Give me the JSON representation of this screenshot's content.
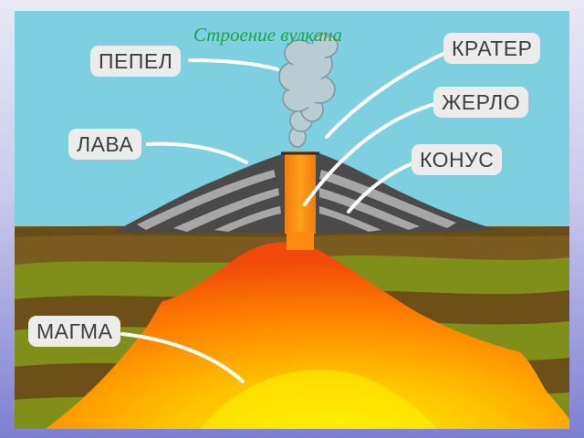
{
  "title": "Строение вулкана",
  "labels": {
    "ash": "ПЕПЕЛ",
    "lava": "ЛАВА",
    "crater": "КРАТЕР",
    "vent": "ЖЕРЛО",
    "cone": "КОНУС",
    "magma": "МАГМА"
  },
  "colors": {
    "sky": "#7ecfe0",
    "earth_brown": "#7a5a1e",
    "earth_green": "#7f8f1a",
    "magma_outer": "#f04a0a",
    "magma_inner": "#ffe600",
    "lava_vent": "#f58a10",
    "cone_dark": "#4a4a4a",
    "cone_light": "#a7a7a7",
    "ash_cloud": "#b8ccd3",
    "title_green": "#1fa34a"
  }
}
